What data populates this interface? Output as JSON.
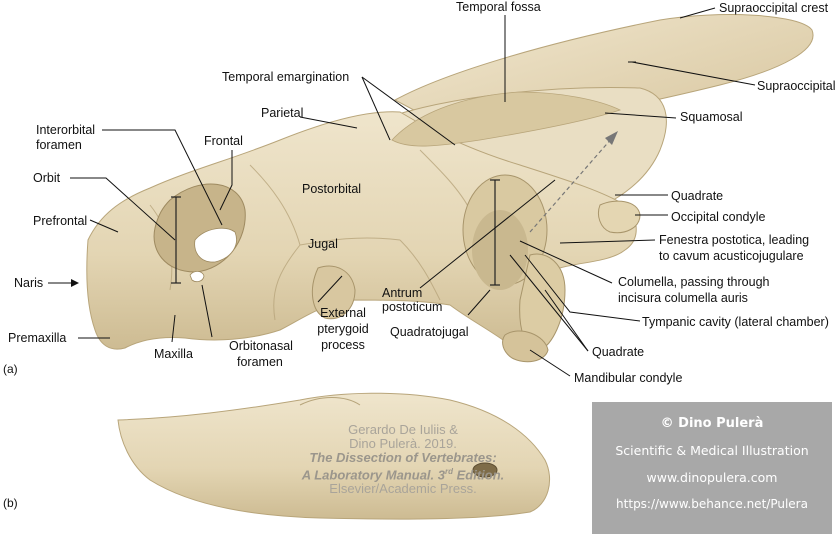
{
  "panels": {
    "a": "(a)",
    "b": "(b)"
  },
  "labels": {
    "temporal_fossa": "Temporal fossa",
    "supraoccipital_crest": "Supraoccipital crest",
    "temporal_emargination": "Temporal emargination",
    "supraoccipital": "Supraoccipital",
    "parietal": "Parietal",
    "squamosal": "Squamosal",
    "interorbital_foramen_1": "Interorbital",
    "interorbital_foramen_2": "foramen",
    "frontal": "Frontal",
    "orbit": "Orbit",
    "postorbital": "Postorbital",
    "quadrate_upper": "Quadrate",
    "occipital_condyle": "Occipital condyle",
    "prefrontal": "Prefrontal",
    "jugal": "Jugal",
    "fenestra_1": "Fenestra postotica, leading",
    "fenestra_2": "to cavum acusticojugulare",
    "naris": "Naris",
    "columella_1": "Columella, passing through",
    "columella_2": "incisura columella auris",
    "antrum_1": "Antrum",
    "antrum_2": "postoticum",
    "premaxilla": "Premaxilla",
    "quadratojugal": "Quadratojugal",
    "tympanic_cavity": "Tympanic cavity (lateral chamber)",
    "external_pterygoid_1": "External",
    "external_pterygoid_2": "pterygoid",
    "external_pterygoid_3": "process",
    "maxilla": "Maxilla",
    "orbitonasal_1": "Orbitonasal",
    "orbitonasal_2": "foramen",
    "quadrate_lower": "Quadrate",
    "mandibular_condyle": "Mandibular condyle"
  },
  "credit": {
    "line1": "Gerardo De Iuliis &",
    "line2": "Dino Pulerà. 2019.",
    "line3": "The Dissection of Vertebrates:",
    "line4a": "A Laboratory Manual. 3",
    "line4sup": "rd",
    "line4b": " Edition.",
    "line5": "Elsevier/Academic Press."
  },
  "copyright": {
    "name": "© Dino Pulerà",
    "subtitle": "Scientific & Medical Illustration",
    "site": "www.dinopulera.com",
    "behance": "https://www.behance.net/Pulera"
  },
  "colors": {
    "bone": "#e8dcbf",
    "bone_shadow": "#c9b88f",
    "bone_dark": "#a8956b",
    "copyright_bg": "#a8a8a8"
  }
}
